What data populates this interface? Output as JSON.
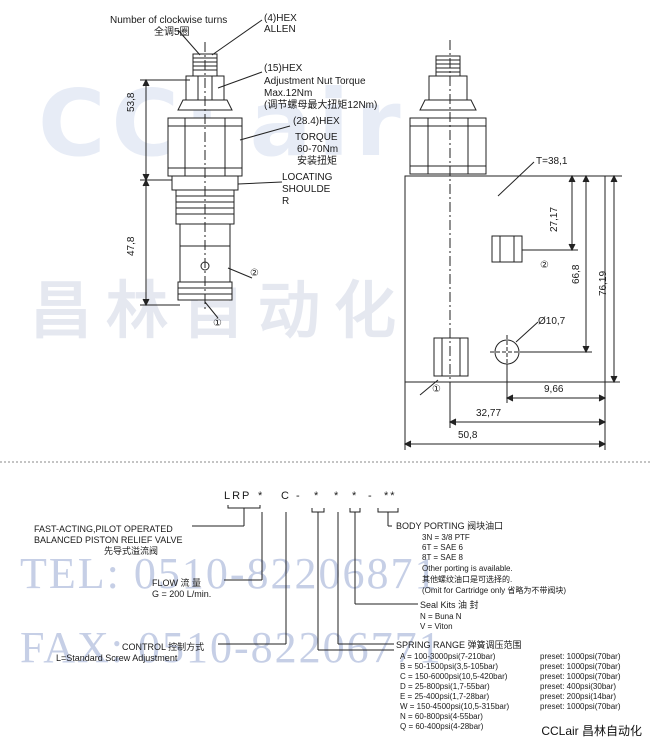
{
  "watermark": {
    "logo": "CCLair",
    "cn": "昌林自动化",
    "tel": "TEL: 0510-82206871",
    "fax": "FAX: 0510-82206771"
  },
  "brand": "CCLair 昌林自动化",
  "side_view": {
    "turns_en": "Number of clockwise turns",
    "turns_cn": "全调5圈",
    "hex4_a": "(4)HEX",
    "hex4_b": "ALLEN",
    "hex15": "(15)HEX",
    "adj_en": "Adjustment Nut Torque",
    "adj_max": "Max.12Nm",
    "adj_cn": "(调节螺母最大扭矩12Nm)",
    "hex28": "(28.4)HEX",
    "torque": "TORQUE",
    "torque_val": "60-70Nm",
    "torque_cn": "安装扭矩",
    "loc_a": "LOCATING",
    "loc_b": "SHOULDE",
    "loc_c": "R",
    "dim_top": "53,8",
    "dim_bottom": "47,8",
    "port1": "①",
    "port2": "②"
  },
  "block_view": {
    "t": "T=38,1",
    "d27": "27,17",
    "d668": "66,8",
    "d7619": "76,19",
    "dia": "Ø10,7",
    "d966": "9,66",
    "d3277": "32,77",
    "d508": "50,8",
    "port1": "①",
    "port2": "②"
  },
  "ordering": {
    "code": {
      "prefix": "LRP",
      "s1": "*",
      "c": "C",
      "d1": "-",
      "s2": "*",
      "s3": "*",
      "s4": "*",
      "d2": "-",
      "s5": "**"
    },
    "type_1": "FAST-ACTING,PILOT OPERATED",
    "type_2": "BALANCED PISTON RELIEF VALVE",
    "type_cn": "先导式溢流阀",
    "flow_label": "FLOW  流  量",
    "flow_val": "G = 200 L/min.",
    "control_label": "CONTROL  控制方式",
    "control_val": "L=Standard Screw Adjustment",
    "body_title": "BODY PORTING 阀块油口",
    "body_3n": "3N = 3/8 PTF",
    "body_6t": "6T = SAE 6",
    "body_8t": "8T = SAE 8",
    "body_other": "Other porting is available.",
    "body_other_cn": "其他螺纹油口是可选择的.",
    "body_omit": "(Omit for Cartridge only 省略为不带阀块)",
    "seal_title": "Seal Kits  油    封",
    "seal_n": "N = Buna N",
    "seal_v": "V = Viton",
    "spring_title": "SPRING RANGE  弹簧调压范围",
    "springs": [
      {
        "code": "A = 100-3000psi(7-210bar)",
        "preset": "preset: 1000psi(70bar)"
      },
      {
        "code": "B = 50-1500psi(3,5-105bar)",
        "preset": "preset: 1000psi(70bar)"
      },
      {
        "code": "C = 150-6000psi(10,5-420bar)",
        "preset": "preset: 1000psi(70bar)"
      },
      {
        "code": "D = 25-800psi(1,7-55bar)",
        "preset": "preset: 400psi(30bar)"
      },
      {
        "code": "E = 25-400psi(1,7-28bar)",
        "preset": "preset: 200psi(14bar)"
      },
      {
        "code": "W = 150-4500psi(10,5-315bar)",
        "preset": "preset: 1000psi(70bar)"
      },
      {
        "code": "N = 60-800psi(4-55bar)",
        "preset": ""
      },
      {
        "code": "Q = 60-400psi(4-28bar)",
        "preset": ""
      }
    ]
  }
}
